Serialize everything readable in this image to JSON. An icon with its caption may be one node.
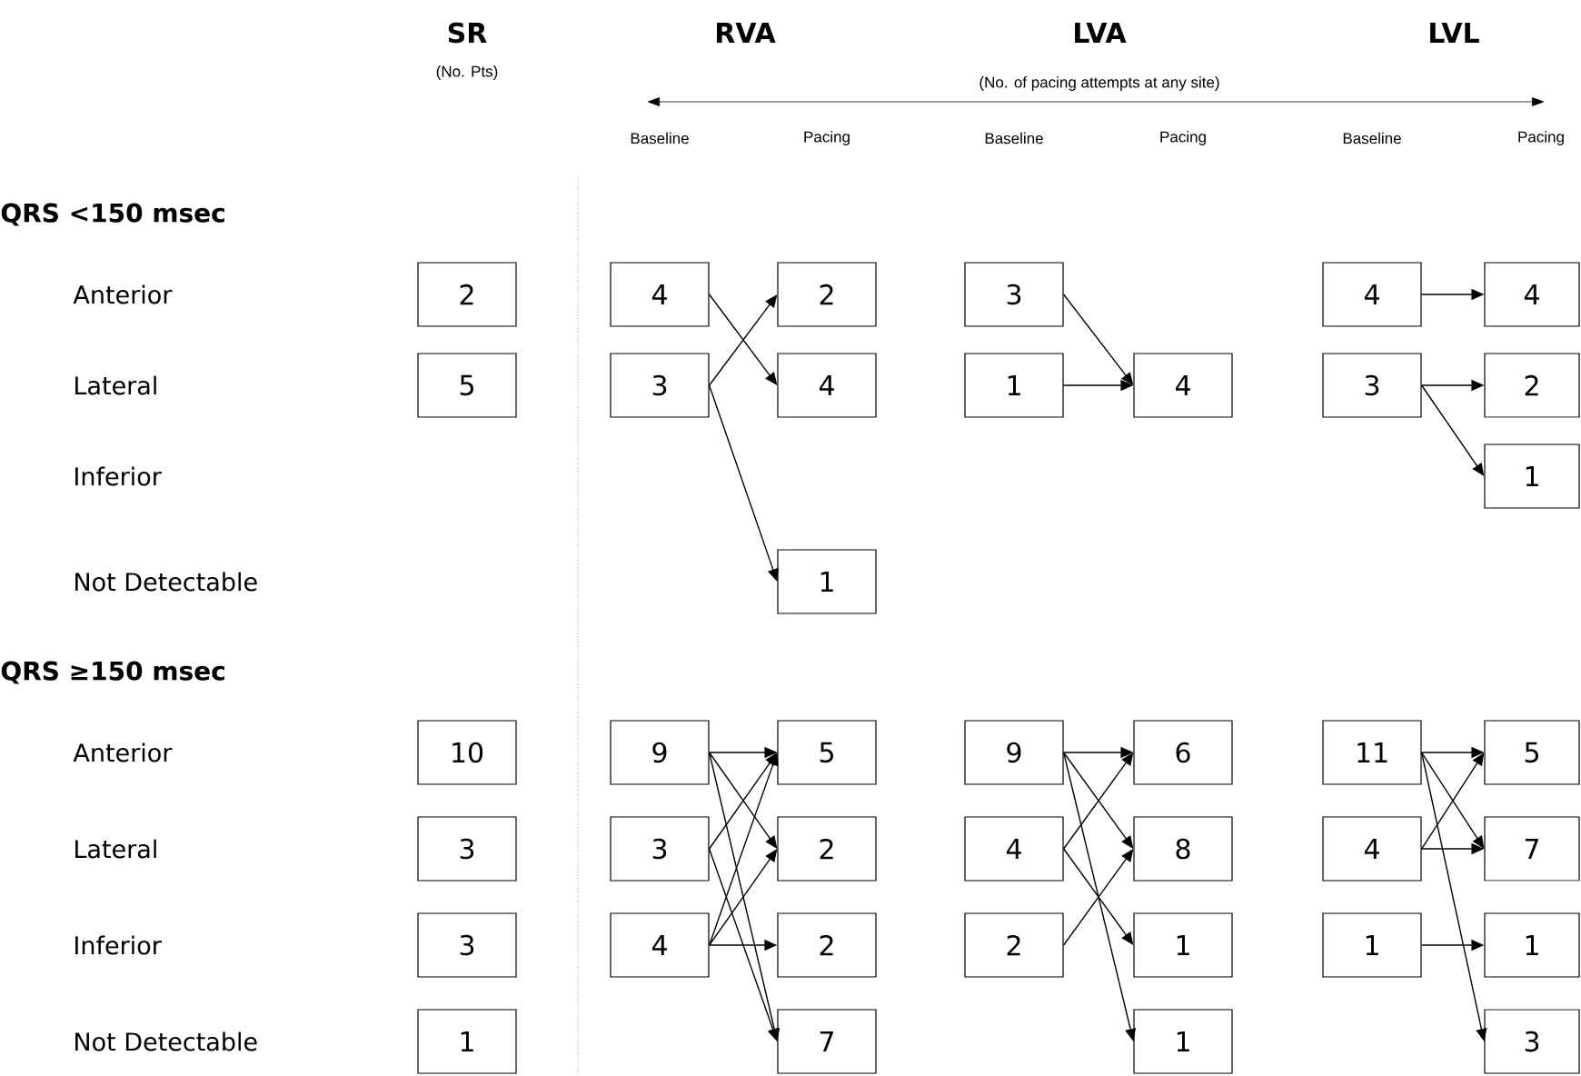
{
  "diagram": {
    "nodes": [
      {
        "text": [
          "2"
        ]
      },
      {
        "text": [
          "4"
        ]
      },
      {
        "text": [
          "2"
        ]
      },
      {
        "text": [
          "3"
        ]
      },
      {
        "text": [
          "4"
        ]
      },
      {
        "text": [
          "4"
        ]
      },
      {
        "text": [
          "5"
        ]
      },
      {
        "text": [
          "3"
        ]
      },
      {
        "text": [
          "4"
        ]
      },
      {
        "text": [
          "1"
        ]
      },
      {
        "text": [
          "4"
        ]
      },
      {
        "text": [
          "3"
        ]
      },
      {
        "text": [
          "2"
        ]
      },
      {
        "text": [
          "1"
        ]
      },
      {
        "text": [
          "1"
        ]
      },
      {
        "text": [
          "10"
        ]
      },
      {
        "text": [
          "9"
        ]
      },
      {
        "text": [
          "5"
        ]
      },
      {
        "text": [
          "9"
        ]
      },
      {
        "text": [
          "6"
        ]
      },
      {
        "text": [
          "11"
        ]
      },
      {
        "text": [
          "5"
        ]
      },
      {
        "text": [
          "3"
        ]
      },
      {
        "text": [
          "3"
        ]
      },
      {
        "text": [
          "2"
        ]
      },
      {
        "text": [
          "4"
        ]
      },
      {
        "text": [
          "8"
        ]
      },
      {
        "text": [
          "4"
        ]
      },
      {
        "text": [
          "7"
        ]
      },
      {
        "text": [
          "3"
        ]
      },
      {
        "text": [
          "4"
        ]
      },
      {
        "text": [
          "2"
        ]
      },
      {
        "text": [
          "2"
        ]
      },
      {
        "text": [
          "1"
        ]
      },
      {
        "text": [
          "1"
        ]
      },
      {
        "text": [
          "1"
        ]
      },
      {
        "text": [
          "1"
        ]
      },
      {
        "text": [
          "7"
        ]
      },
      {
        "text": [
          "1"
        ]
      },
      {
        "text": [
          "3"
        ]
      }
    ],
    "edges": [
      {
        "from": 1,
        "to": 8,
        "arrow": "to"
      },
      {
        "from": 7,
        "to": 2,
        "arrow": "to"
      },
      {
        "from": 7,
        "to": 14,
        "arrow": "to"
      },
      {
        "from": 3,
        "to": 10,
        "arrow": "to"
      },
      {
        "from": 9,
        "to": 10,
        "arrow": "to"
      },
      {
        "from": 4,
        "to": 5,
        "arrow": "to"
      },
      {
        "from": 11,
        "to": 12,
        "arrow": "to"
      },
      {
        "from": 11,
        "to": 13,
        "arrow": "to"
      },
      {
        "from": 16,
        "to": 17,
        "arrow": "to"
      },
      {
        "from": 16,
        "to": 24,
        "arrow": "to"
      },
      {
        "from": 16,
        "to": 37,
        "arrow": "to"
      },
      {
        "from": 23,
        "to": 17,
        "arrow": "to"
      },
      {
        "from": 23,
        "to": 37,
        "arrow": "to"
      },
      {
        "from": 30,
        "to": 17,
        "arrow": "to"
      },
      {
        "from": 30,
        "to": 24,
        "arrow": "to"
      },
      {
        "from": 30,
        "to": 31,
        "arrow": "to"
      },
      {
        "from": 18,
        "to": 19,
        "arrow": "to"
      },
      {
        "from": 18,
        "to": 26,
        "arrow": "to"
      },
      {
        "from": 18,
        "to": 38,
        "arrow": "to"
      },
      {
        "from": 25,
        "to": 19,
        "arrow": "to"
      },
      {
        "from": 25,
        "to": 33,
        "arrow": "to"
      },
      {
        "from": 32,
        "to": 26,
        "arrow": "to"
      },
      {
        "from": 20,
        "to": 21,
        "arrow": "to"
      },
      {
        "from": 20,
        "to": 28,
        "arrow": "to"
      },
      {
        "from": 20,
        "to": 39,
        "arrow": "to"
      },
      {
        "from": 27,
        "to": 21,
        "arrow": "to"
      },
      {
        "from": 27,
        "to": 28,
        "arrow": "to"
      },
      {
        "from": 34,
        "to": 35,
        "arrow": "to"
      }
    ],
    "labels": [
      "SR",
      "(No. Pts)",
      "RVA",
      "LVA",
      "LVL",
      "(No. of pacing attempts at any site)",
      "Baseline",
      "Pacing",
      "Baseline",
      "Pacing",
      "Baseline",
      "Pacing",
      "QRS <150 msec",
      "Anterior",
      "Lateral",
      "Inferior",
      "Not Detectable",
      "QRS ≥150 msec",
      "Anterior",
      "Lateral",
      "Inferior",
      "Not Detectable"
    ]
  }
}
